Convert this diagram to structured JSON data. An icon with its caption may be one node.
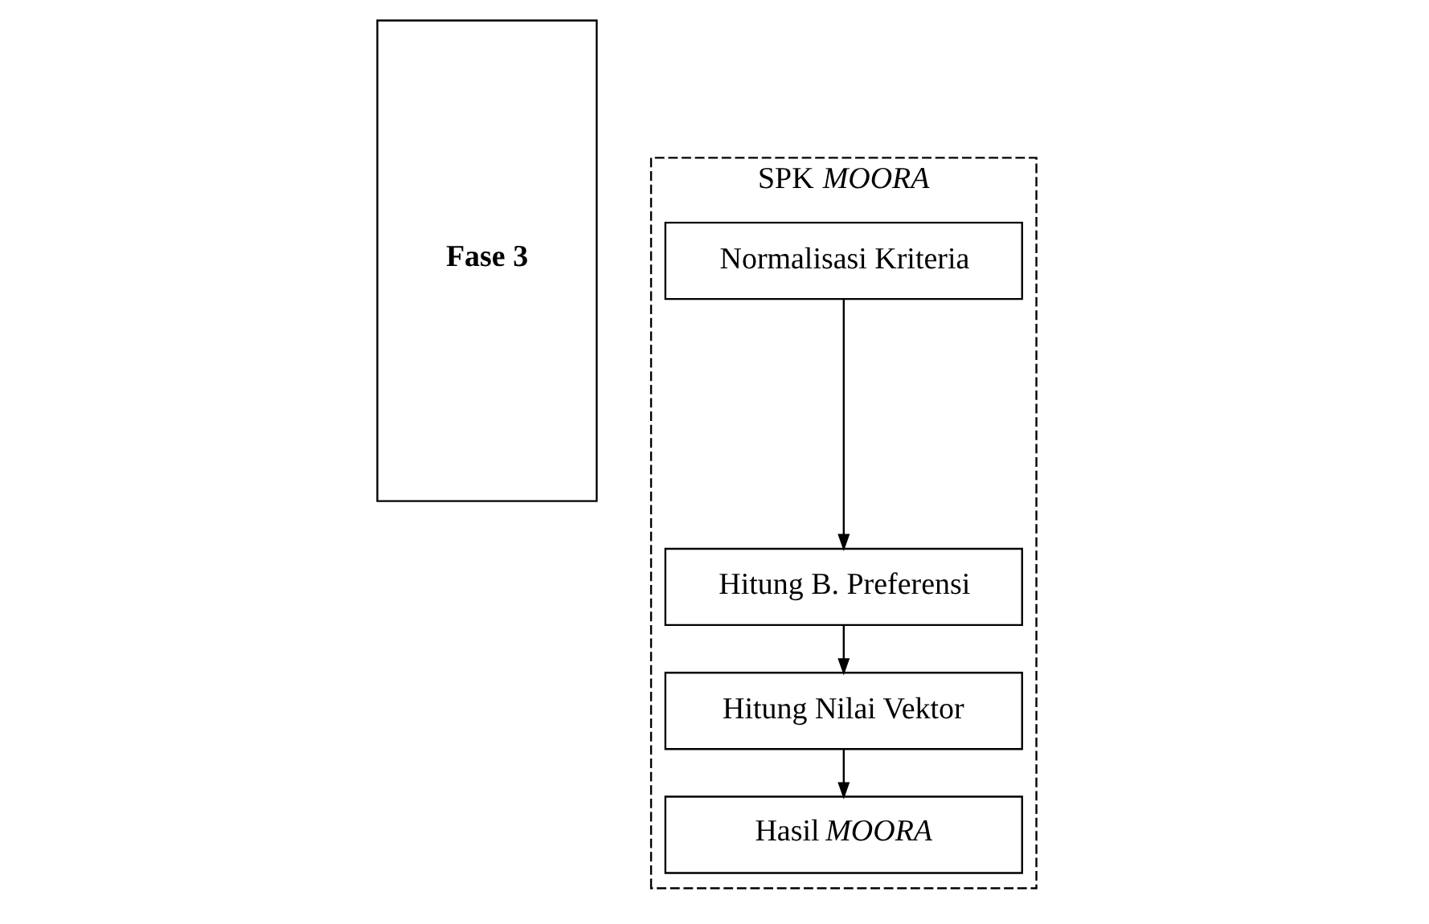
{
  "diagram": {
    "nodes": [
      {
        "text": [
          "Fase 3"
        ]
      },
      {
        "text": [
          "SPK *MOORA*"
        ]
      },
      {
        "text": [
          "Normalisasi Kriteria"
        ],
        "in": 1
      },
      {
        "text": [
          "Hitung B. Preferensi"
        ],
        "in": 1
      },
      {
        "text": [
          "Hitung Nilai Vektor"
        ],
        "in": 1
      },
      {
        "text": [
          "Hasil *MOORA*"
        ],
        "in": 1
      }
    ],
    "edges": [
      {
        "from": 2,
        "to": 3,
        "arrow": "to"
      },
      {
        "from": 3,
        "to": 4,
        "arrow": "to"
      },
      {
        "from": 4,
        "to": 5,
        "arrow": "to"
      }
    ]
  }
}
